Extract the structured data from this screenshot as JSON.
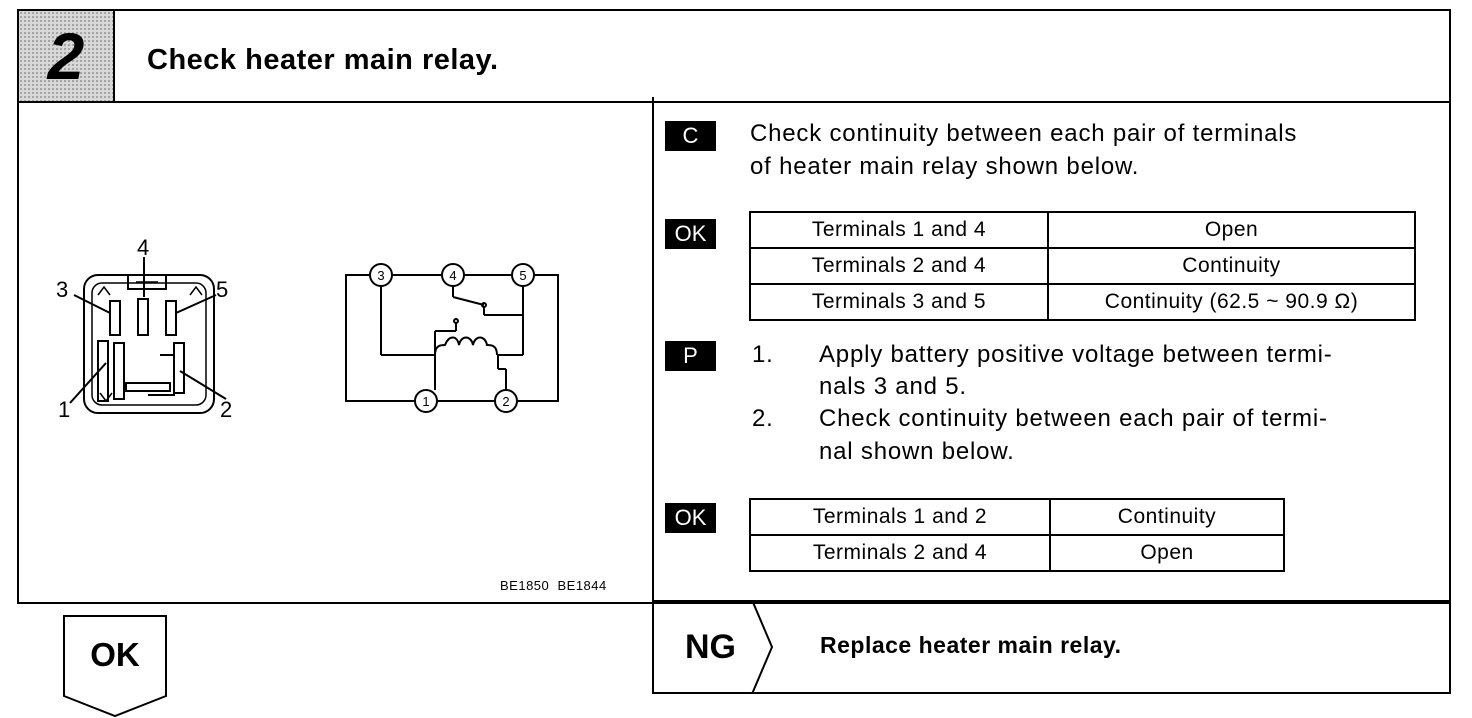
{
  "step": {
    "number": "2",
    "title": "Check heater main relay."
  },
  "figure": {
    "connector_pins": [
      "1",
      "2",
      "3",
      "4",
      "5"
    ],
    "circuit_terminals": [
      "1",
      "2",
      "3",
      "4",
      "5"
    ],
    "codes": "BE1850  BE1844"
  },
  "instructions": {
    "c_badge": "C",
    "c_line1": "Check continuity between each pair of terminals",
    "c_line2": "of heater main relay shown below.",
    "ok_badge": "OK",
    "table1": [
      [
        "Terminals 1 and 4",
        "Open"
      ],
      [
        "Terminals 2 and 4",
        "Continuity"
      ],
      [
        "Terminals 3 and 5",
        "Continuity (62.5 ~ 90.9 Ω)"
      ]
    ],
    "p_badge": "P",
    "p_steps": [
      {
        "num": "1.",
        "line1": "Apply battery positive voltage between termi-",
        "line2": "nals 3 and 5."
      },
      {
        "num": "2.",
        "line1": "Check continuity between each pair of termi-",
        "line2": "nal shown below."
      }
    ],
    "table2": [
      [
        "Terminals 1 and 2",
        "Continuity"
      ],
      [
        "Terminals 2 and 4",
        "Open"
      ]
    ]
  },
  "result_ng": {
    "label": "NG",
    "text": "Replace heater main relay."
  },
  "result_ok": {
    "label": "OK"
  }
}
